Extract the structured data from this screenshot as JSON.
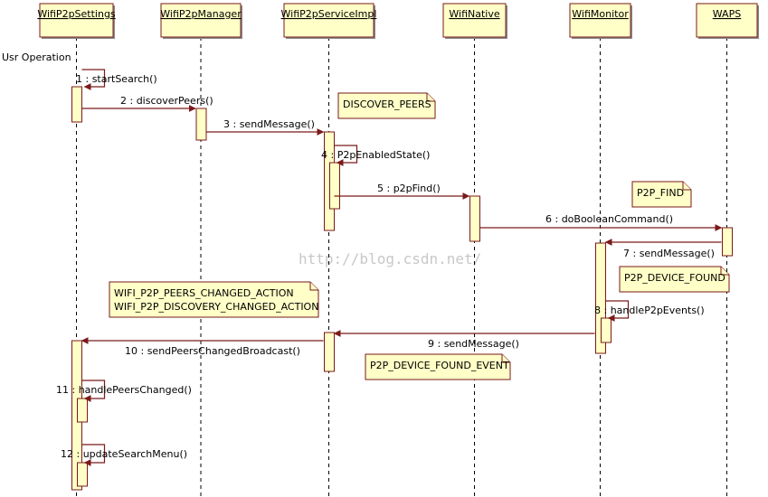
{
  "actor_label": "Usr Operation",
  "watermark": "http://blog.csdn.net/",
  "lifelines": [
    {
      "id": "settings",
      "name": "WifiP2pSettings"
    },
    {
      "id": "manager",
      "name": "WifiP2pManager"
    },
    {
      "id": "service",
      "name": "WifiP2pServiceImpl"
    },
    {
      "id": "native",
      "name": "WifiNative"
    },
    {
      "id": "monitor",
      "name": "WifiMonitor"
    },
    {
      "id": "waps",
      "name": "WAPS"
    }
  ],
  "messages": [
    {
      "label": "1 : startSearch()",
      "from": "settings",
      "to": "settings",
      "self": true
    },
    {
      "label": "2 : discoverPeers()",
      "from": "settings",
      "to": "manager"
    },
    {
      "label": "3 : sendMessage()",
      "from": "manager",
      "to": "service"
    },
    {
      "label": "4 : P2pEnabledState()",
      "from": "service",
      "to": "service",
      "self": true
    },
    {
      "label": "5 : p2pFind()",
      "from": "service",
      "to": "native"
    },
    {
      "label": "6 : doBooleanCommand()",
      "from": "native",
      "to": "waps"
    },
    {
      "label": "7 : sendMessage()",
      "from": "waps",
      "to": "monitor"
    },
    {
      "label": "8 : handleP2pEvents()",
      "from": "monitor",
      "to": "monitor",
      "self": true
    },
    {
      "label": "9 : sendMessage()",
      "from": "monitor",
      "to": "service"
    },
    {
      "label": "10 : sendPeersChangedBroadcast()",
      "from": "service",
      "to": "settings"
    },
    {
      "label": "11 : handlePeersChanged()",
      "from": "settings",
      "to": "settings",
      "self": true
    },
    {
      "label": "12 : updateSearchMenu()",
      "from": "settings",
      "to": "settings",
      "self": true
    }
  ],
  "notes": [
    {
      "id": "discover-peers",
      "lines": [
        "DISCOVER_PEERS"
      ]
    },
    {
      "id": "p2p-find",
      "lines": [
        "P2P_FIND"
      ]
    },
    {
      "id": "p2p-device-found",
      "lines": [
        "P2P_DEVICE_FOUND"
      ]
    },
    {
      "id": "broadcast-actions",
      "lines": [
        "WIFI_P2P_PEERS_CHANGED_ACTION",
        "WIFI_P2P_DISCOVERY_CHANGED_ACTION"
      ]
    },
    {
      "id": "p2p-device-found-event",
      "lines": [
        "P2P_DEVICE_FOUND_EVENT"
      ]
    }
  ]
}
